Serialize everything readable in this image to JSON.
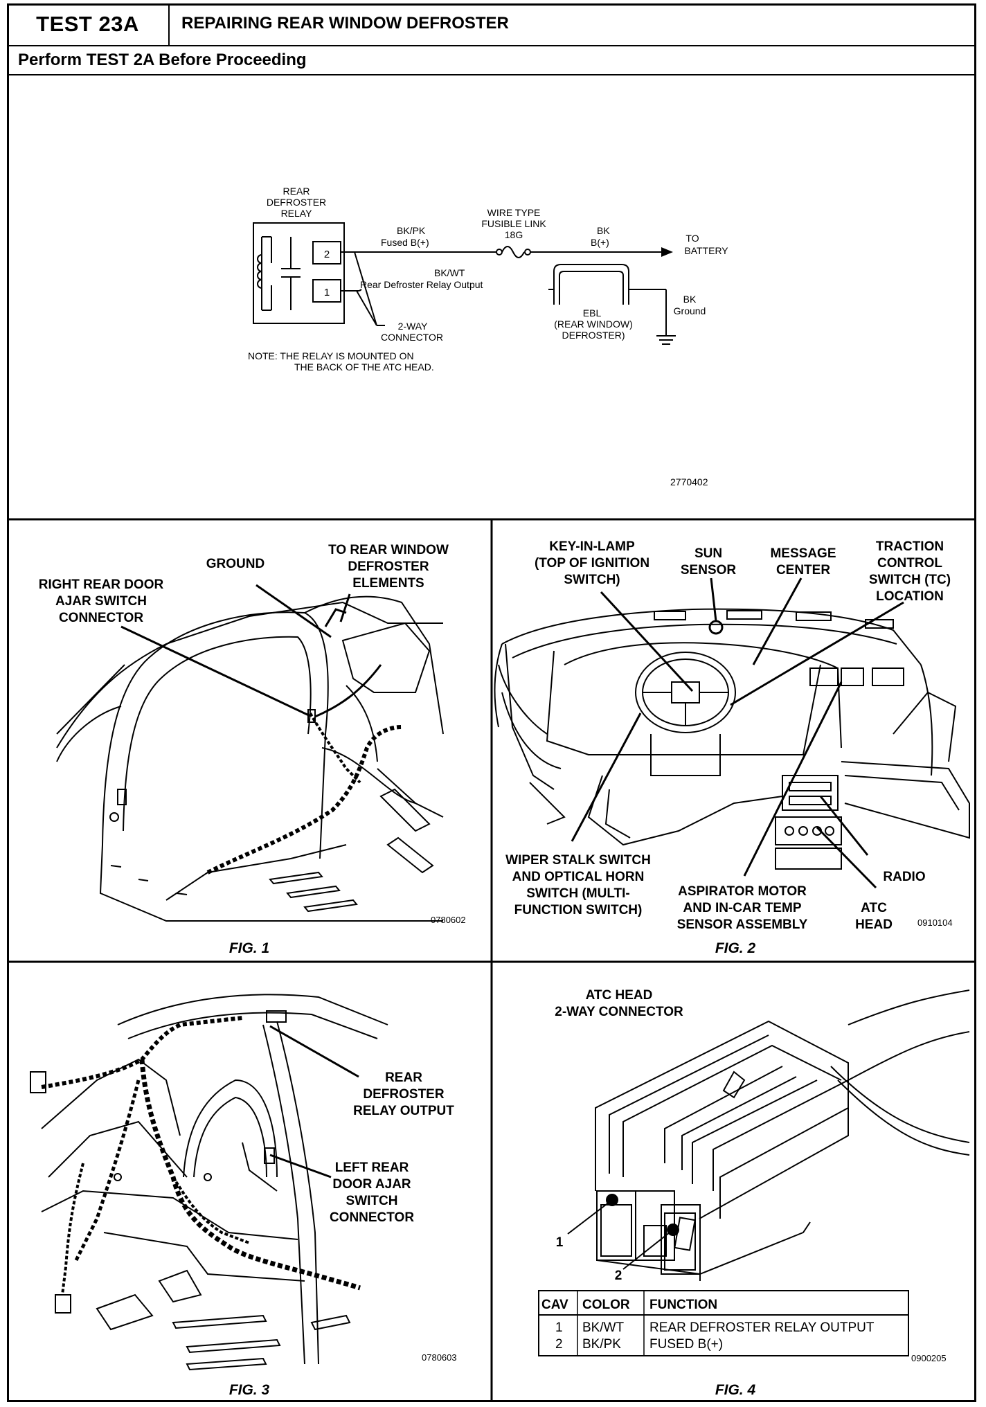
{
  "header": {
    "test_id": "TEST 23A",
    "title": "REPAIRING REAR WINDOW DEFROSTER",
    "prerequisite": "Perform TEST 2A Before Proceeding"
  },
  "schematic": {
    "relay_label_1": "REAR",
    "relay_label_2": "DEFROSTER",
    "relay_label_3": "RELAY",
    "pin2": "2",
    "pin1": "1",
    "wire1_color": "BK/PK",
    "wire1_desc": "Fused B(+)",
    "fusible_1": "WIRE TYPE",
    "fusible_2": "FUSIBLE LINK",
    "fusible_3": "18G",
    "wire2_color": "BK",
    "wire2_desc": "B(+)",
    "battery_1": "TO",
    "battery_2": "BATTERY",
    "wire3_color": "BK/WT",
    "wire3_desc": "Rear Defroster Relay Output",
    "ebl_1": "EBL",
    "ebl_2": "(REAR WINDOW)",
    "ebl_3": "DEFROSTER)",
    "ground_1": "BK",
    "ground_2": "Ground",
    "connector_1": "2-WAY",
    "connector_2": "CONNECTOR",
    "note_1": "NOTE:  THE RELAY IS MOUNTED ON",
    "note_2": "THE BACK OF THE ATC HEAD.",
    "drawing_no": "2770402"
  },
  "fig1": {
    "caption": "FIG. 1",
    "drawing_no": "0780602",
    "ground": "GROUND",
    "rear_window_1": "TO REAR WINDOW",
    "rear_window_2": "DEFROSTER",
    "rear_window_3": "ELEMENTS",
    "door_ajar_1": "RIGHT REAR DOOR",
    "door_ajar_2": "AJAR SWITCH",
    "door_ajar_3": "CONNECTOR"
  },
  "fig2": {
    "caption": "FIG. 2",
    "drawing_no": "0910104",
    "key_lamp_1": "KEY-IN-LAMP",
    "key_lamp_2": "(TOP OF IGNITION",
    "key_lamp_3": "SWITCH)",
    "sun_1": "SUN",
    "sun_2": "SENSOR",
    "msg_1": "MESSAGE",
    "msg_2": "CENTER",
    "tc_1": "TRACTION",
    "tc_2": "CONTROL",
    "tc_3": "SWITCH (TC)",
    "tc_4": "LOCATION",
    "wiper_1": "WIPER STALK SWITCH",
    "wiper_2": "AND OPTICAL HORN",
    "wiper_3": "SWITCH (MULTI-",
    "wiper_4": "FUNCTION SWITCH)",
    "asp_1": "ASPIRATOR MOTOR",
    "asp_2": "AND IN-CAR TEMP",
    "asp_3": "SENSOR ASSEMBLY",
    "radio": "RADIO",
    "atc_1": "ATC",
    "atc_2": "HEAD"
  },
  "fig3": {
    "caption": "FIG. 3",
    "drawing_no": "0780603",
    "relay_out_1": "REAR",
    "relay_out_2": "DEFROSTER",
    "relay_out_3": "RELAY  OUTPUT",
    "left_door_1": "LEFT REAR",
    "left_door_2": "DOOR AJAR",
    "left_door_3": "SWITCH",
    "left_door_4": "CONNECTOR"
  },
  "fig4": {
    "caption": "FIG. 4",
    "drawing_no": "0900205",
    "title_1": "ATC HEAD",
    "title_2": "2-WAY CONNECTOR",
    "callout_1": "1",
    "callout_2": "2",
    "table": {
      "headers": [
        "CAV",
        "COLOR",
        "FUNCTION"
      ],
      "rows": [
        [
          "1",
          "BK/WT",
          "REAR DEFROSTER RELAY OUTPUT"
        ],
        [
          "2",
          "BK/PK",
          "FUSED B(+)"
        ]
      ]
    }
  }
}
